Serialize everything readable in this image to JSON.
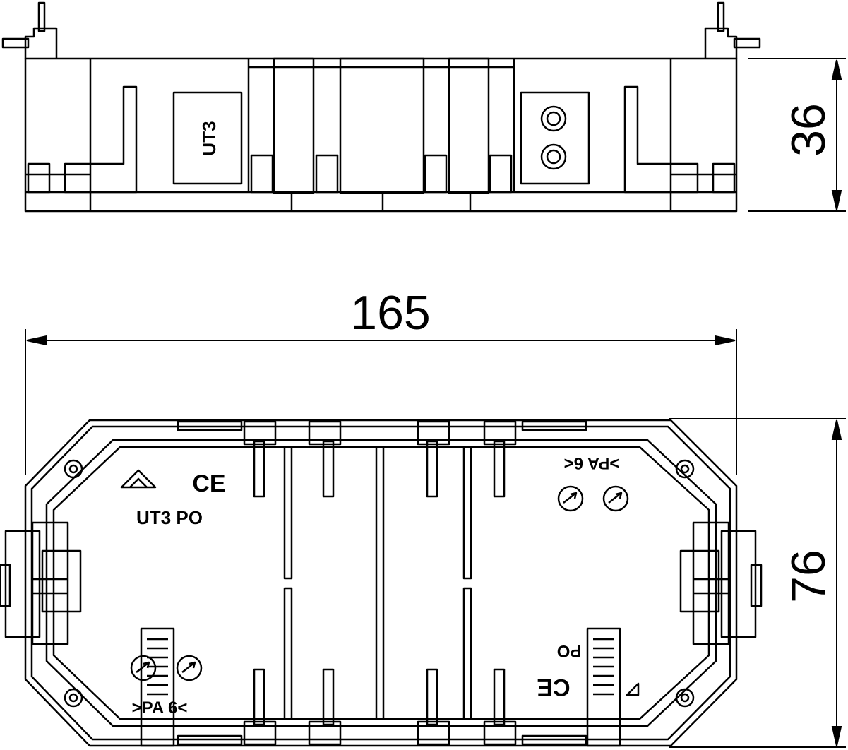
{
  "dimensions": {
    "height": "36",
    "width": "165",
    "depth": "76"
  },
  "markings": {
    "side_label": "UT3",
    "top_label": "UT3 PO",
    "ce_mark": "CE",
    "material_top": ">PA 6<",
    "material_bottom": ">PA 6<",
    "po_bottom": "PO"
  },
  "icons": {
    "cert_mark": "triangle-certification-icon",
    "recycle_mark": "recycle-symbol-icon"
  },
  "colors": {
    "line": "#000000",
    "background": "#ffffff"
  }
}
